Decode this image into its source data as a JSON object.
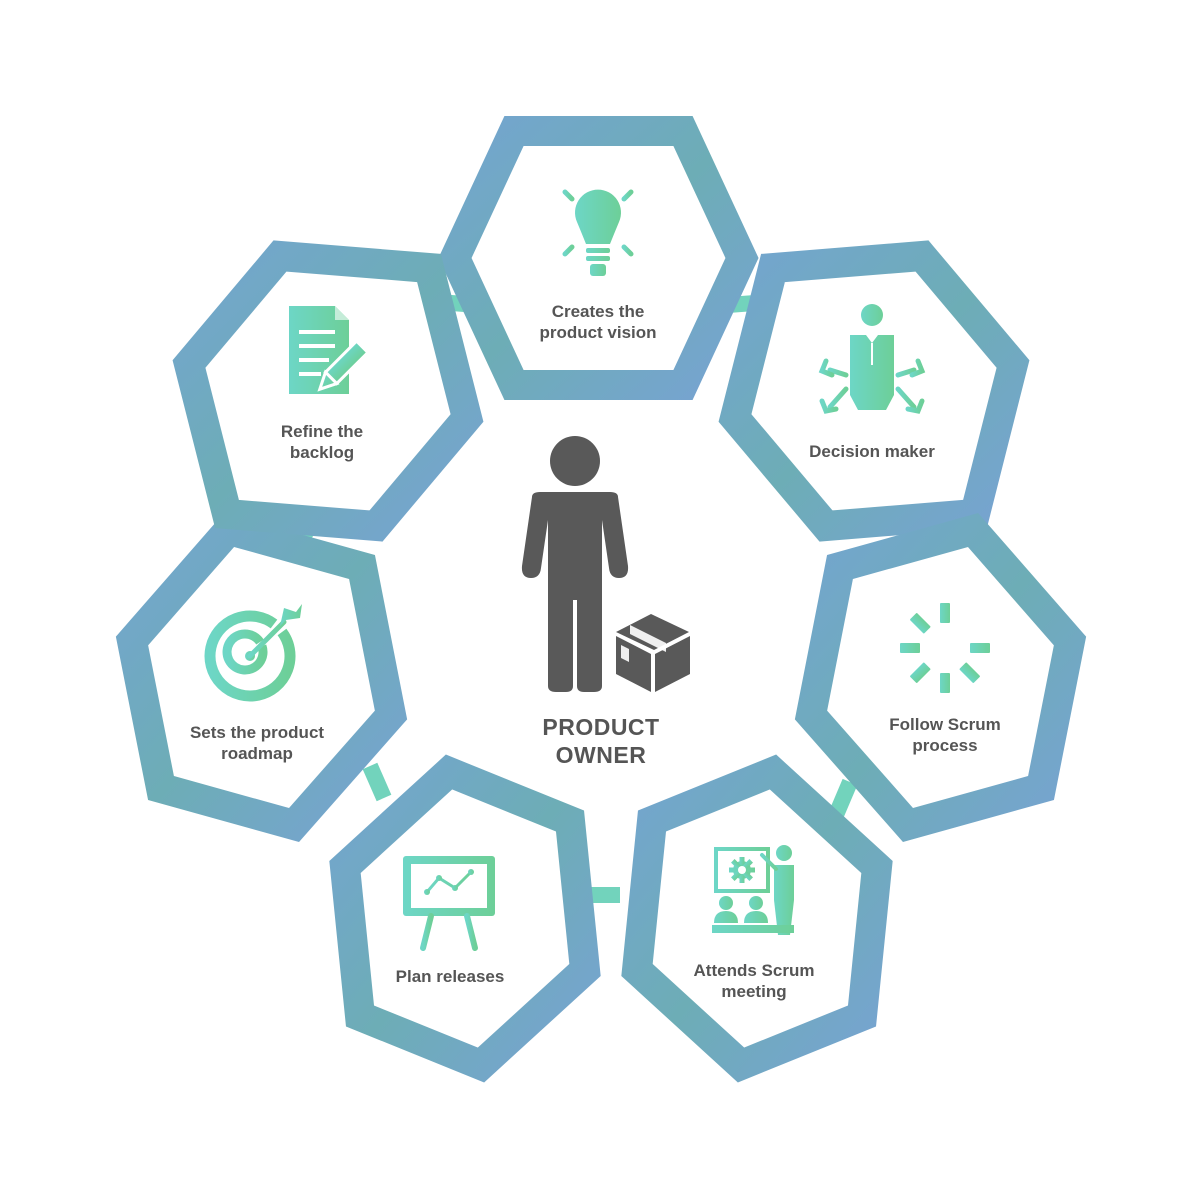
{
  "center": {
    "title_line1": "PRODUCT",
    "title_line2": "OWNER",
    "icons": [
      "person-icon",
      "box-icon"
    ]
  },
  "colors": {
    "ring_blue": "#74a5cf",
    "ring_teal": "#6dadb6",
    "connector": "#72d3bc",
    "icon_teal": "#6dd6c0",
    "icon_green": "#6ccf9b",
    "person": "#595959",
    "text": "#555555"
  },
  "roles": [
    {
      "id": "vision",
      "icon": "lightbulb-icon",
      "line1": "Creates the",
      "line2": "product vision"
    },
    {
      "id": "decision",
      "icon": "decision-maker-icon",
      "line1": "Decision maker",
      "line2": ""
    },
    {
      "id": "scrum",
      "icon": "loading-spinner-icon",
      "line1": "Follow Scrum",
      "line2": "process"
    },
    {
      "id": "meeting",
      "icon": "presentation-meeting-icon",
      "line1": "Attends Scrum",
      "line2": "meeting"
    },
    {
      "id": "releases",
      "icon": "chart-easel-icon",
      "line1": "Plan releases",
      "line2": ""
    },
    {
      "id": "roadmap",
      "icon": "target-arrow-icon",
      "line1": "Sets the product",
      "line2": "roadmap"
    },
    {
      "id": "backlog",
      "icon": "document-pencil-icon",
      "line1": "Refine the",
      "line2": "backlog"
    }
  ]
}
